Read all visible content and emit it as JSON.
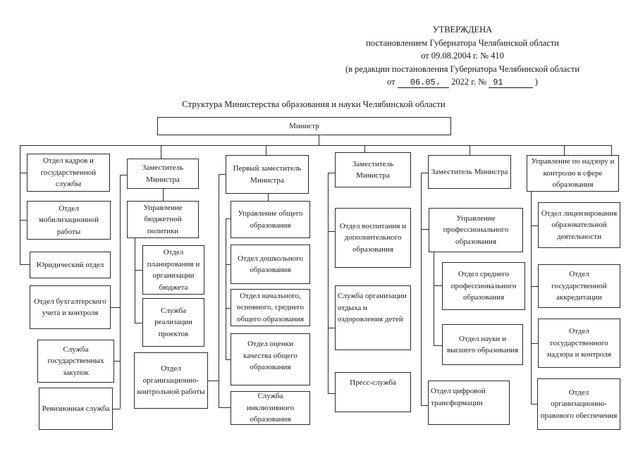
{
  "approval": {
    "line1": "УТВЕРЖДЕНА",
    "line2": "постановлением Губернатора Челябинской области",
    "line3": "от 09.08.2004 г. № 410",
    "line4": "(в редакции постановления Губернатора Челябинской области",
    "line5": {
      "prefix": "от",
      "blank1": "06.05.",
      "middle": "2022 г. №",
      "blank2": "91",
      "suffix": ")"
    }
  },
  "title": "Структура Министерства образования и науки Челябинской области",
  "org": {
    "root": "Министр",
    "columns": [
      {
        "name": "kadry-column",
        "boxes": [
          "Отдел кадров и государственной службы",
          "Отдел мобилизационной работы",
          "Юридический отдел",
          "Отдел бухгалтерского учета и контроля",
          "Служба государственных закупок",
          "Ревизионная служба"
        ]
      },
      {
        "name": "budget-deputy-column",
        "boxes": [
          "Заместитель Министра",
          "Управление бюджетной политики",
          "Отдел планирования и организации бюджета",
          "Служба реализации проектов",
          "Отдел организационно-контрольной работы"
        ]
      },
      {
        "name": "first-deputy-column",
        "boxes": [
          "Первый заместитель Министра",
          "Управление общего образования",
          "Отдел дошкольного образования",
          "Отдел начального, основного, среднего общего образования",
          "Отдел оценки качества общего образования",
          "Служба инклюзивного образования"
        ]
      },
      {
        "name": "vospitanie-deputy-column",
        "boxes": [
          "Заместитель Министра",
          "Отдел воспитания и дополнительного образования",
          "Служба организации отдыха и оздоровления детей",
          "Пресс-служба"
        ]
      },
      {
        "name": "prof-deputy-column",
        "boxes": [
          "Заместитель Министра",
          "Управление профессионального образования",
          "Отдел среднего профессионального образования",
          "Отдел науки и высшего образования",
          "Отдел цифровой трансформации"
        ]
      },
      {
        "name": "nadzor-column",
        "boxes": [
          "Управление по надзору и контролю в сфере образования",
          "Отдел лицензирования образовательной деятельности",
          "Отдел государственной аккредитации",
          "Отдел государственного надзора и контроля",
          "Отдел организационно-правового обеспечения"
        ]
      }
    ]
  }
}
